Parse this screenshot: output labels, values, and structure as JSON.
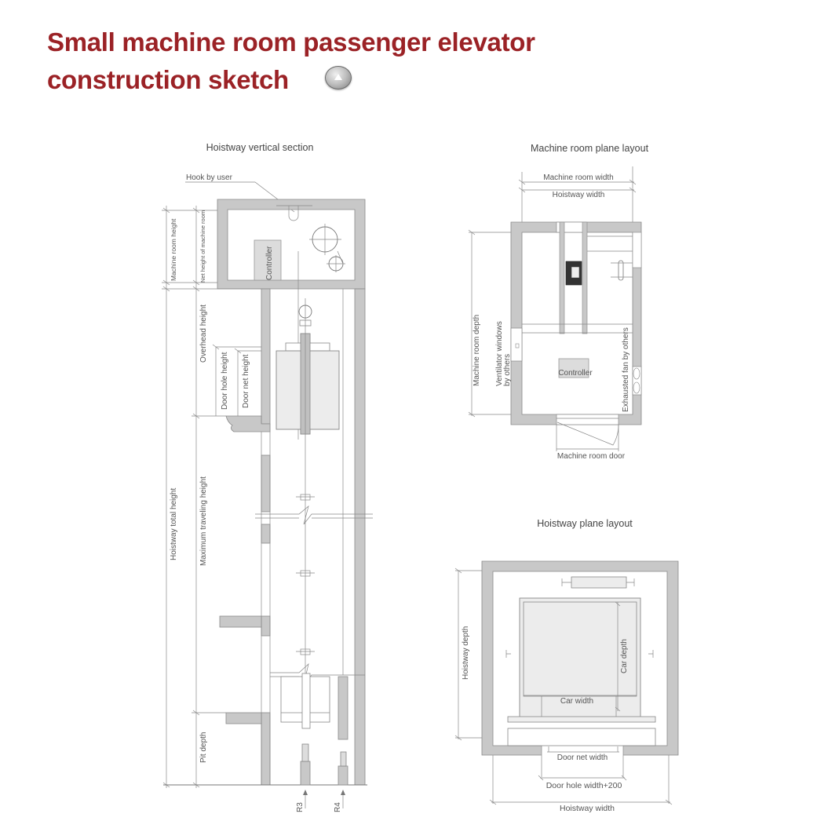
{
  "header": {
    "title_line1": "Small machine room passenger elevator",
    "title_line2": "construction sketch",
    "scroll_button_icon": "up-arrow-circle-icon"
  },
  "colors": {
    "title": "#9b2226",
    "wall_fill": "#c8c8c8",
    "line": "#777777",
    "car_fill": "#ececec"
  },
  "vertical_section": {
    "title": "Hoistway vertical section",
    "hook_label": "Hook by user",
    "controller_label": "Controller",
    "dimensions": {
      "machine_room_height": "Machine room height",
      "net_height_machine_room": "Net height of machine room",
      "overhead_height": "Overhead height",
      "door_hole_height": "Door hole height",
      "door_net_height": "Door net height",
      "hoistway_total_height": "Hoistway total height",
      "maximum_traveling_height": "Maximum traveling height",
      "pit_depth": "Pit depth"
    },
    "buffers": {
      "r3": "R3",
      "r4": "R4"
    }
  },
  "machine_room_plan": {
    "title": "Machine room plane layout",
    "machine_room_width": "Machine room width",
    "hoistway_width": "Hoistway width",
    "machine_room_depth": "Machine room depth",
    "ventilator_line1": "Ventilator windows",
    "ventilator_line2": "by others",
    "controller_label": "Controller",
    "exhaust_fan": "Exhausted fan by others",
    "machine_room_door": "Machine room door"
  },
  "hoistway_plan": {
    "title": "Hoistway plane layout",
    "hoistway_depth": "Hoistway depth",
    "car_depth": "Car depth",
    "car_width": "Car width",
    "door_net_width": "Door net width",
    "door_hole_width": "Door hole width+200",
    "hoistway_width": "Hoistway width"
  }
}
